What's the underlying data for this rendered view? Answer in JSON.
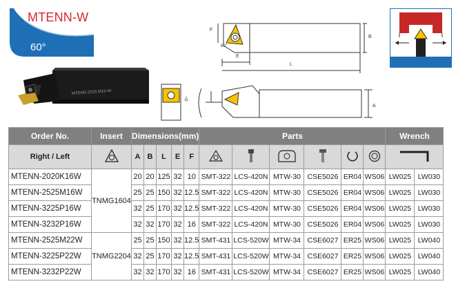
{
  "badge": {
    "title": "MTENN-W",
    "angle": "60°"
  },
  "colors": {
    "badge_blue": "#1f6fb7",
    "title_red": "#d4262e",
    "header_gray": "#808080",
    "subheader_gray": "#d9d9d9"
  },
  "tool_engraving": "MTENN 2525 M16-W",
  "drawing_labels": {
    "F": "F",
    "E": "E",
    "L": "L",
    "B": "B",
    "A": "A",
    "angle": "0°",
    "insert_angle": "60°"
  },
  "table": {
    "headers": {
      "order_no": "Order No.",
      "insert": "Insert",
      "dimensions": "Dimensions(mm)",
      "parts": "Parts",
      "wrench": "Wrench"
    },
    "subheaders": {
      "right_left": "Right / Left",
      "dims": [
        "A",
        "B",
        "L",
        "E",
        "F"
      ]
    },
    "groups": [
      {
        "insert": "TNMG1604",
        "rows": [
          [
            "MTENN-2020K16W",
            "20",
            "20",
            "125",
            "32",
            "10",
            "SMT-322",
            "LCS-420N",
            "MTW-30",
            "CSE5026",
            "ER04",
            "WS06",
            "LW025",
            "LW030"
          ],
          [
            "MTENN-2525M16W",
            "25",
            "25",
            "150",
            "32",
            "12.5",
            "SMT-322",
            "LCS-420N",
            "MTW-30",
            "CSE5026",
            "ER04",
            "WS06",
            "LW025",
            "LW030"
          ],
          [
            "MTENN-3225P16W",
            "32",
            "25",
            "170",
            "32",
            "12.5",
            "SMT-322",
            "LCS-420N",
            "MTW-30",
            "CSE5026",
            "ER04",
            "WS06",
            "LW025",
            "LW030"
          ],
          [
            "MTENN-3232P16W",
            "32",
            "32",
            "170",
            "32",
            "16",
            "SMT-322",
            "LCS-420N",
            "MTW-30",
            "CSE5026",
            "ER04",
            "WS06",
            "LW025",
            "LW030"
          ]
        ]
      },
      {
        "insert": "TNMG2204",
        "rows": [
          [
            "MTENN-2525M22W",
            "25",
            "25",
            "150",
            "32",
            "12.5",
            "SMT-431",
            "LCS-520W",
            "MTW-34",
            "CSE6027",
            "ER25",
            "WS06",
            "LW025",
            "LW040"
          ],
          [
            "MTENN-3225P22W",
            "32",
            "25",
            "170",
            "32",
            "12.5",
            "SMT-431",
            "LCS-520W",
            "MTW-34",
            "CSE6027",
            "ER25",
            "WS06",
            "LW025",
            "LW040"
          ],
          [
            "MTENN-3232P22W",
            "32",
            "32",
            "170",
            "32",
            "16",
            "SMT-431",
            "LCS-520W",
            "MTW-34",
            "CSE6027",
            "ER25",
            "WS06",
            "LW025",
            "LW040"
          ]
        ]
      }
    ]
  }
}
